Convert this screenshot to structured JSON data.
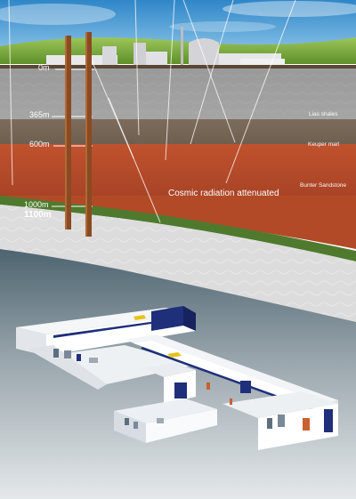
{
  "depth_labels": [
    "0m",
    "365m",
    "600m",
    "1000m",
    "1100m"
  ],
  "layer_labels": [
    "Lias shales",
    "Keuper marl",
    "Bunter Sandstone"
  ],
  "annotation": "Cosmic radiation attenuated",
  "colors": {
    "sky": "#3f9ad6",
    "grass": "#7fb03a",
    "lias_shales": "#9b9b9b",
    "keuper_marl": "#7a6a5a",
    "bunter_sandstone": "#b5492a",
    "green_band": "#4f7a2e",
    "halite": "#dcdcdc",
    "shaft": "#8a4a22",
    "lab_accent_blue": "#1f2f7a",
    "lab_accent_yellow": "#e8c21a"
  },
  "icons": [
    "mine-shaft-icon",
    "surface-building-icon",
    "underground-laboratory-icon"
  ]
}
